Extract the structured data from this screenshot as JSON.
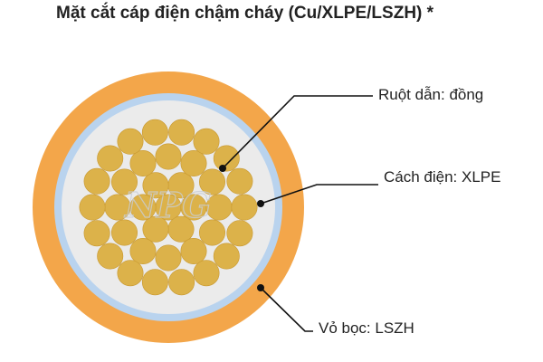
{
  "title": "Mặt cắt cáp điện chậm cháy (Cu/XLPE/LSZH) *",
  "labels": {
    "conductor": "Ruột dẫn: đồng",
    "insulation": "Cách điện: XLPE",
    "sheath": "Vỏ bọc: LSZH"
  },
  "watermark": "NPG",
  "colors": {
    "sheath": "#f3a64a",
    "insulation": "#b9d3ee",
    "filler": "#ebebeb",
    "strand": "#dcb24a",
    "strand_stroke": "#c8982f",
    "leader_line": "#111111"
  },
  "icons": {
    "cable_cross_section": "cable-cross-section-icon"
  }
}
